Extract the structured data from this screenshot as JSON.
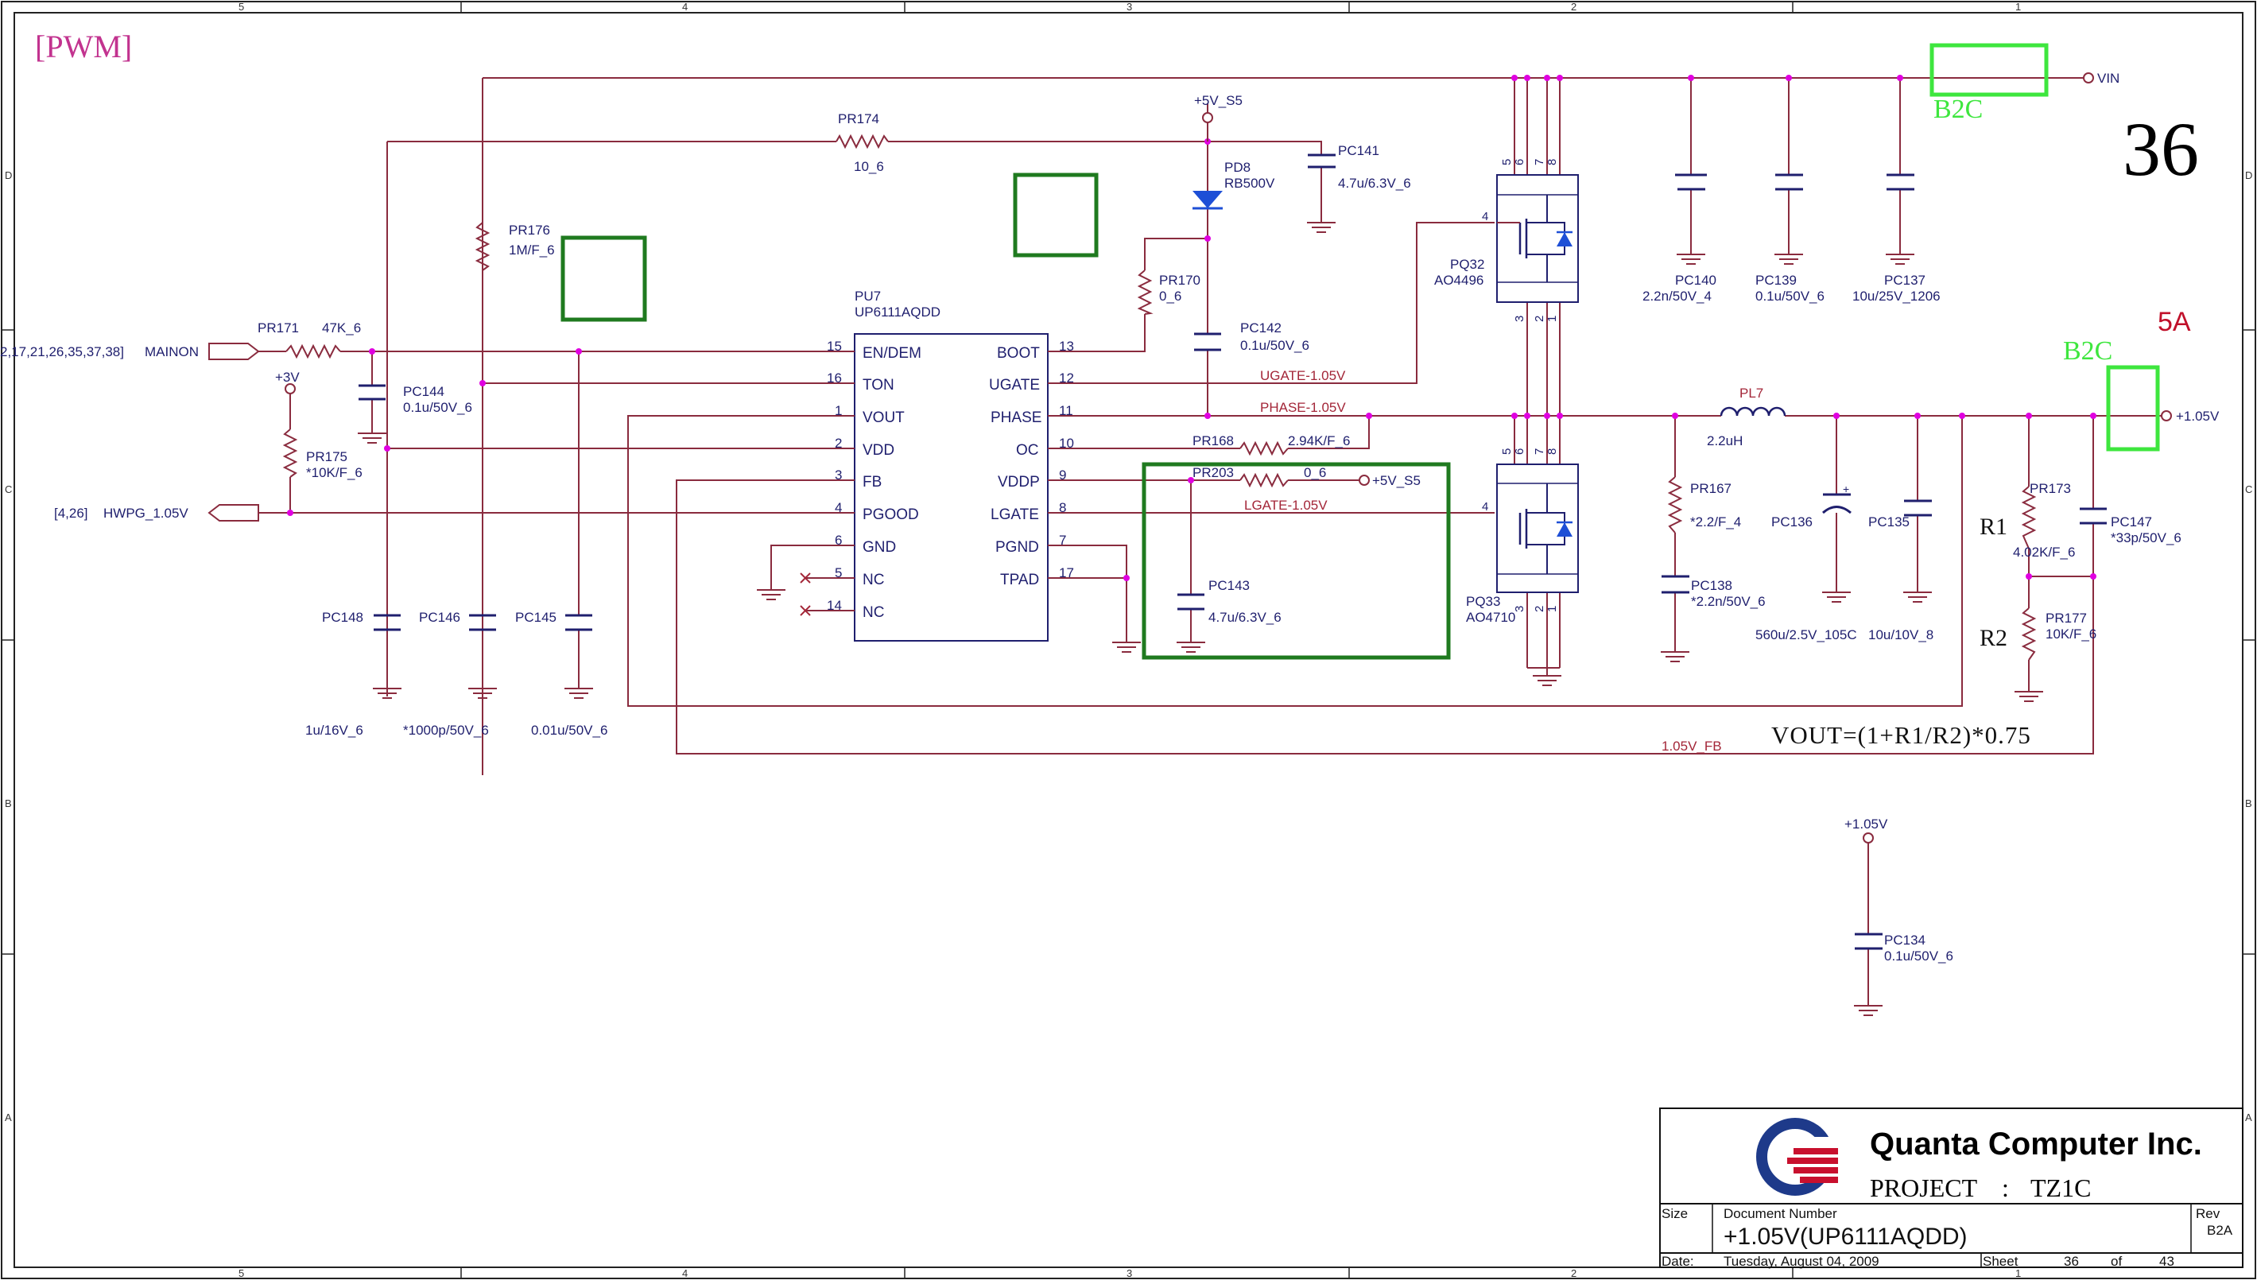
{
  "sheet_tag": "[PWM]",
  "page_big_number": "36",
  "border": {
    "cols": [
      "5",
      "4",
      "3",
      "2",
      "1"
    ],
    "rows": [
      "D",
      "C",
      "B",
      "A"
    ]
  },
  "nets": {
    "vin": "VIN",
    "v5_s5": "+5V_S5",
    "v5_s5_b": "+5V_S5",
    "v3": "+3V",
    "v105_out": "+1.05V",
    "v105_top": "+1.05V",
    "mainon": "MAINON",
    "mainon_ref": "2,17,21,26,35,37,38]",
    "hwpg": "HWPG_1.05V",
    "hwpg_ref": "[4,26]",
    "ugate": "UGATE-1.05V",
    "phase": "PHASE-1.05V",
    "lgate": "LGATE-1.05V",
    "fb": "1.05V_FB"
  },
  "annotations": {
    "b2c_top": "B2C",
    "b2c_right": "B2C",
    "current": "5A",
    "r1": "R1",
    "r2": "R2",
    "formula": "VOUT=(1+R1/R2)*0.75"
  },
  "ic": {
    "ref": "PU7",
    "part": "UP6111AQDD",
    "left_pins": [
      {
        "num": "15",
        "name": "EN/DEM"
      },
      {
        "num": "16",
        "name": "TON"
      },
      {
        "num": "1",
        "name": "VOUT"
      },
      {
        "num": "2",
        "name": "VDD"
      },
      {
        "num": "3",
        "name": "FB"
      },
      {
        "num": "4",
        "name": "PGOOD"
      },
      {
        "num": "6",
        "name": "GND"
      },
      {
        "num": "5",
        "name": "NC"
      },
      {
        "num": "14",
        "name": "NC"
      }
    ],
    "right_pins": [
      {
        "num": "13",
        "name": "BOOT"
      },
      {
        "num": "12",
        "name": "UGATE"
      },
      {
        "num": "11",
        "name": "PHASE"
      },
      {
        "num": "10",
        "name": "OC"
      },
      {
        "num": "9",
        "name": "VDDP"
      },
      {
        "num": "8",
        "name": "LGATE"
      },
      {
        "num": "7",
        "name": "PGND"
      },
      {
        "num": "17",
        "name": "TPAD"
      }
    ]
  },
  "components": {
    "PR174": {
      "ref": "PR174",
      "val": "10_6"
    },
    "PR176": {
      "ref": "PR176",
      "val": "1M/F_6"
    },
    "PR171": {
      "ref": "PR171",
      "val": "47K_6"
    },
    "PR175": {
      "ref": "PR175",
      "val": "*10K/F_6"
    },
    "PR170": {
      "ref": "PR170",
      "val": "0_6"
    },
    "PR168": {
      "ref": "PR168",
      "val": "2.94K/F_6"
    },
    "PR203": {
      "ref": "PR203",
      "val": "0_6"
    },
    "PR167": {
      "ref": "PR167",
      "val": "*2.2/F_4"
    },
    "PR173": {
      "ref": "PR173",
      "val": "4.02K/F_6"
    },
    "PR177": {
      "ref": "PR177",
      "val": "10K/F_6"
    },
    "PD8": {
      "ref": "PD8",
      "val": "RB500V"
    },
    "PC141": {
      "ref": "PC141",
      "val": "4.7u/6.3V_6"
    },
    "PC142": {
      "ref": "PC142",
      "val": "0.1u/50V_6"
    },
    "PC144": {
      "ref": "PC144",
      "val": "0.1u/50V_6"
    },
    "PC143": {
      "ref": "PC143",
      "val": "4.7u/6.3V_6"
    },
    "PC148": {
      "ref": "PC148",
      "val": "1u/16V_6"
    },
    "PC146": {
      "ref": "PC146",
      "val": "*1000p/50V_6"
    },
    "PC145": {
      "ref": "PC145",
      "val": "0.01u/50V_6"
    },
    "PC140": {
      "ref": "PC140",
      "val": "2.2n/50V_4"
    },
    "PC139": {
      "ref": "PC139",
      "val": "0.1u/50V_6"
    },
    "PC137": {
      "ref": "PC137",
      "val": "10u/25V_1206"
    },
    "PC138": {
      "ref": "PC138",
      "val": "*2.2n/50V_6"
    },
    "PC136": {
      "ref": "PC136",
      "val": "560u/2.5V_105C"
    },
    "PC135": {
      "ref": "PC135",
      "val": "10u/10V_8"
    },
    "PC147": {
      "ref": "PC147",
      "val": "*33p/50V_6"
    },
    "PC134": {
      "ref": "PC134",
      "val": "0.1u/50V_6"
    },
    "PL7": {
      "ref": "PL7",
      "val": "2.2uH"
    },
    "PQ32": {
      "ref": "PQ32",
      "val": "AO4496"
    },
    "PQ33": {
      "ref": "PQ33",
      "val": "AO4710"
    }
  },
  "title_block": {
    "company": "Quanta Computer Inc.",
    "project_label": "PROJECT",
    "project_sep": ":",
    "project": "TZ1C",
    "size_label": "Size",
    "docnum_label": "Document Number",
    "docnum": "+1.05V(UP6111AQDD)",
    "rev_label": "Rev",
    "rev": "B2A",
    "date_label": "Date:",
    "date": "Tuesday, August 04, 2009",
    "sheet_label": "Sheet",
    "sheet": "36",
    "of_label": "of",
    "total": "43"
  }
}
